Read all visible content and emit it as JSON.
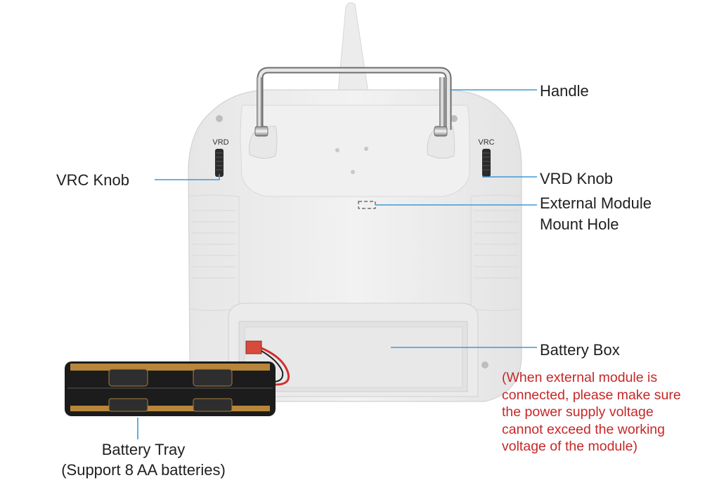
{
  "labels": {
    "handle": "Handle",
    "vrd_knob": "VRD Knob",
    "vrc_knob": "VRC Knob",
    "external_module_line1": "External Module",
    "external_module_line2": "Mount Hole",
    "battery_box": "Battery Box",
    "battery_tray_line1": "Battery Tray",
    "battery_tray_line2": "(Support 8 AA batteries)"
  },
  "device_labels": {
    "left_dial": "VRD",
    "right_dial": "VRC"
  },
  "warning": {
    "lines": [
      "(When external module is",
      "connected, please make sure",
      "the power supply voltage",
      "cannot exceed the working",
      "voltage of the module)"
    ]
  },
  "colors": {
    "leader_line": "#3d9ad8",
    "warning_text": "#c62828",
    "body": "#ececec"
  }
}
